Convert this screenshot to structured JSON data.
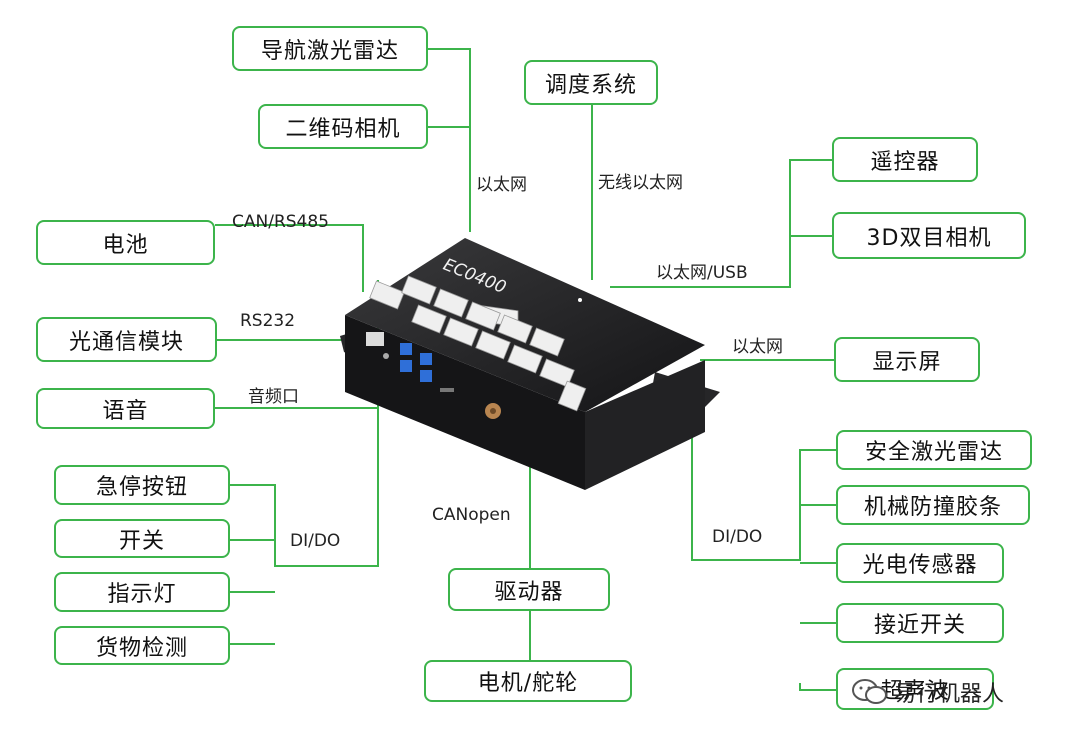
{
  "device": {
    "model": "EC0400"
  },
  "modules": {
    "nav_lidar": "导航激光雷达",
    "stereo_camera_2d": "二维码相机",
    "dispatch": "调度系统",
    "remote": "遥控器",
    "camera_3d": "3D双目相机",
    "battery": "电池",
    "optical_comm": "光通信模块",
    "voice": "语音",
    "display": "显示屏",
    "estop": "急停按钮",
    "switch": "开关",
    "indicator": "指示灯",
    "cargo_detect": "货物检测",
    "driver": "驱动器",
    "motor": "电机/舵轮",
    "safety_lidar": "安全激光雷达",
    "bumper": "机械防撞胶条",
    "photo_sensor": "光电传感器",
    "proximity": "接近开关",
    "ultrasonic": "超声波"
  },
  "interfaces": {
    "ethernet_top": "以太网",
    "wireless_eth": "无线以太网",
    "eth_usb": "以太网/USB",
    "can_rs485": "CAN/RS485",
    "rs232": "RS232",
    "audio": "音频口",
    "ethernet_right": "以太网",
    "dido_left": "DI/DO",
    "canopen": "CANopen",
    "dido_right": "DI/DO"
  },
  "watermark": "易行机器人",
  "colors": {
    "accent": "#3cb44b",
    "device_body": "#1c1c1e",
    "port_white": "#f2f2f2",
    "usb_blue": "#2f6fd8"
  }
}
